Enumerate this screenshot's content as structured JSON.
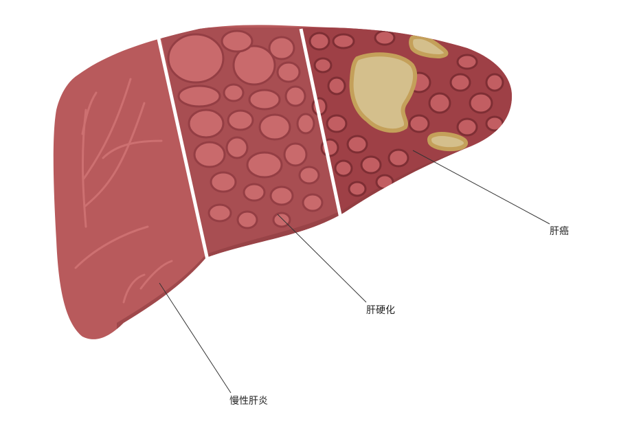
{
  "labels": {
    "hepatitis": "慢性肝炎",
    "cirrhosis": "肝硬化",
    "cancer": "肝癌"
  },
  "colors": {
    "liver": "#b85a5c",
    "liver_dark": "#9c4448",
    "liver_shadow": "#8a3a3e",
    "nodule": "#c96a6c",
    "nodule_edge": "#a84a50",
    "tumor": "#d4bf8c",
    "tumor_edge": "#c4a05a",
    "divider": "#ffffff",
    "leader": "#333333"
  }
}
